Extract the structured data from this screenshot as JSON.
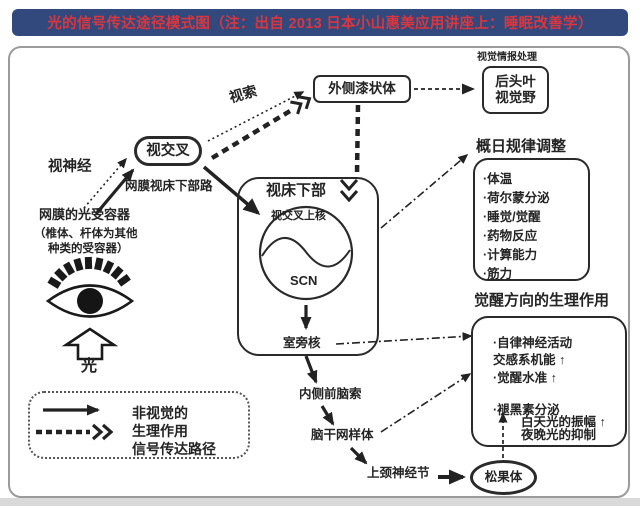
{
  "title": "光的信号传达途径模式图（注：出自 2013 日本小山惠美应用讲座上：睡眠改善学）",
  "colors": {
    "title_bg": "#31497c",
    "title_text": "#d9363f",
    "ink": "#222222",
    "panel_border": "#9b9b9b"
  },
  "icons": {
    "eye_icon": "eye with lash dashes",
    "light_arrow_icon": "hollow block arrow up",
    "double_chevron_icon": "≫",
    "scn_wave_icon": "∿"
  },
  "labels": {
    "optic_nerve": "视神经",
    "retina_receptor": "网膜的光受容器",
    "retina_note_1": "（椎体、杆体为其他",
    "retina_note_2": "种类的受容器）",
    "light": "光",
    "optic_chiasm": "视交叉",
    "retinohypothalamic_tract": "网膜视床下部路",
    "optic_tract": "视索",
    "lateral_geniculate": "外侧漆状体",
    "visual_info_processing": "视觉情报处理",
    "occipital_line1": "后头叶",
    "occipital_line2": "视觉野",
    "hypothalamus": "视床下部",
    "scn_full": "视交叉上核",
    "scn_abbr": "SCN",
    "paraventricular": "室旁核",
    "medial_forebrain": "内侧前脑索",
    "brainstem_reticular": "脑干网样体",
    "superior_cervical_ganglion": "上颈神经节",
    "pineal": "松果体"
  },
  "circadian": {
    "heading": "概日规律调整",
    "items": [
      "·体温",
      "·荷尔蒙分泌",
      "·睡觉/觉醒",
      "·药物反应",
      "·计算能力",
      "·筋力"
    ]
  },
  "awakening": {
    "heading": "觉醒方向的生理作用",
    "items": [
      "·自律神经活动",
      "交感系机能 ↑",
      "·觉醒水准 ↑",
      "·褪黑素分泌",
      "白天光的振幅 ↑",
      "夜晚光的抑制"
    ]
  },
  "legend": {
    "items": [
      "非视觉的",
      "生理作用",
      "信号传达路径"
    ]
  }
}
